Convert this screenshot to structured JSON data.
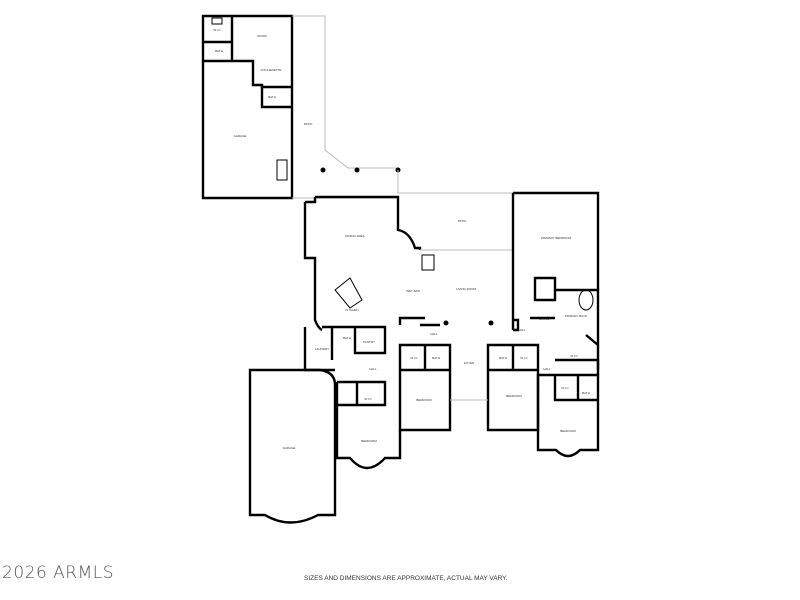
{
  "rooms": {
    "wic_top": "W.I.C",
    "bath_top": "BATH",
    "room_top": "ROOM",
    "kitchenette": "KITCHENETTE",
    "bath_guest": "BATH",
    "garage_top": "GARAGE",
    "patio_side": "PATIO",
    "dining": "DINING AREA",
    "patio_main": "PATIO",
    "primary_bedroom": "PRIMARY BEDROOM",
    "living": "LIVING ROOM",
    "wet_bar": "WET BAR",
    "kitchen": "KITCHEN",
    "hall_1": "HALL",
    "hall_2": "HALL",
    "hall_3": "HALL",
    "hall_4": "HALL",
    "primary_bath": "PRIMARY BATH",
    "closet": "CLOSET",
    "wic_primary": "W.I.C",
    "laundry": "LAUNDRY",
    "bath_laundry": "BATH",
    "pantry": "PANTRY",
    "wic_b1": "W.I.C",
    "wic_b2": "W.I.C",
    "bath_b2": "BATH",
    "foyer": "FOYER",
    "bath_b3": "BATH",
    "wic_b3": "W.I.C",
    "wic_b4": "W.I.C",
    "bath_b4": "BATH",
    "bedroom_1": "BEDROOM",
    "bedroom_2": "BEDROOM",
    "bedroom_3": "BEDROOM",
    "bedroom_4": "BEDROOM",
    "garage_main": "GARAGE"
  },
  "footer": {
    "copyright": "2026 ARMLS",
    "disclaimer": "SIZES AND DIMENSIONS ARE APPROXIMATE, ACTUAL MAY VARY."
  }
}
